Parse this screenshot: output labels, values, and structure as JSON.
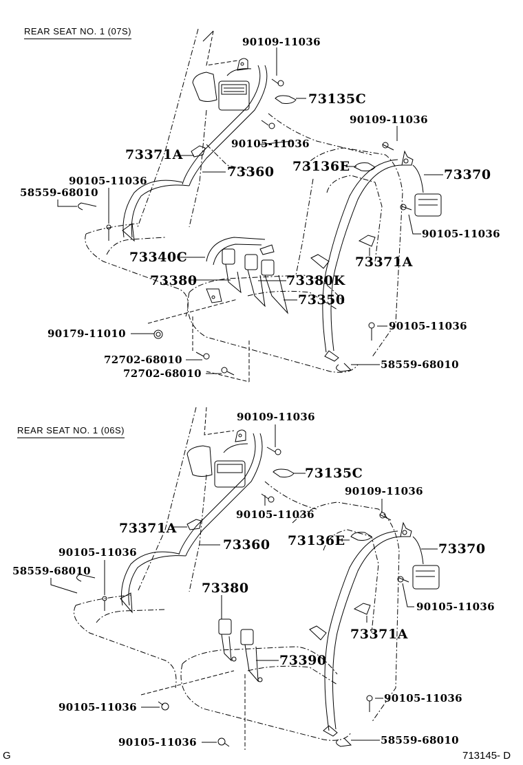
{
  "diagram": {
    "type": "parts-exploded-view",
    "subject": "Rear seat belt assembly",
    "footer": {
      "left_code": "G",
      "right_code": "713145- D"
    }
  },
  "sections": [
    {
      "title": "REAR SEAT NO. 1  (07S)",
      "labels": [
        {
          "id": "a1",
          "text": "90109-11036"
        },
        {
          "id": "a2",
          "text": "73135C"
        },
        {
          "id": "a3",
          "text": "90109-11036"
        },
        {
          "id": "a4",
          "text": "90105-11036"
        },
        {
          "id": "a5",
          "text": "73371A"
        },
        {
          "id": "a6",
          "text": "73136E"
        },
        {
          "id": "a7",
          "text": "73370"
        },
        {
          "id": "a8",
          "text": "73360"
        },
        {
          "id": "a9",
          "text": "90105-11036"
        },
        {
          "id": "a10",
          "text": "58559-68010"
        },
        {
          "id": "a11",
          "text": "90105-11036"
        },
        {
          "id": "a12",
          "text": "73340C"
        },
        {
          "id": "a13",
          "text": "73371A"
        },
        {
          "id": "a14",
          "text": "73380"
        },
        {
          "id": "a15",
          "text": "73380K"
        },
        {
          "id": "a16",
          "text": "73350"
        },
        {
          "id": "a17",
          "text": "90179-11010"
        },
        {
          "id": "a18",
          "text": "90105-11036"
        },
        {
          "id": "a19",
          "text": "72702-68010"
        },
        {
          "id": "a20",
          "text": "58559-68010"
        },
        {
          "id": "a21",
          "text": "72702-68010"
        }
      ]
    },
    {
      "title": "REAR SEAT NO. 1  (06S)",
      "labels": [
        {
          "id": "b1",
          "text": "90109-11036"
        },
        {
          "id": "b2",
          "text": "73135C"
        },
        {
          "id": "b3",
          "text": "90109-11036"
        },
        {
          "id": "b4",
          "text": "90105-11036"
        },
        {
          "id": "b5",
          "text": "73371A"
        },
        {
          "id": "b6",
          "text": "73136E"
        },
        {
          "id": "b7",
          "text": "73370"
        },
        {
          "id": "b8",
          "text": "73360"
        },
        {
          "id": "b9",
          "text": "90105-11036"
        },
        {
          "id": "b10",
          "text": "58559-68010"
        },
        {
          "id": "b11",
          "text": "90105-11036"
        },
        {
          "id": "b12",
          "text": "73380"
        },
        {
          "id": "b13",
          "text": "73371A"
        },
        {
          "id": "b14",
          "text": "73390"
        },
        {
          "id": "b15",
          "text": "90105-11036"
        },
        {
          "id": "b16",
          "text": "90105-11036"
        },
        {
          "id": "b17",
          "text": "90105-11036"
        },
        {
          "id": "b18",
          "text": "58559-68010"
        }
      ]
    }
  ]
}
